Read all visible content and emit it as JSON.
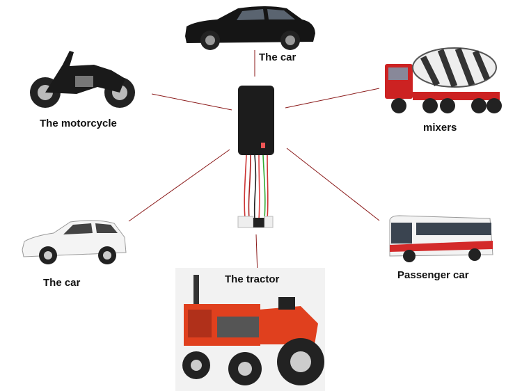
{
  "labels": {
    "car_top": "The car",
    "motorcycle": "The motorcycle",
    "mixers": "mixers",
    "car_left": "The car",
    "tractor": "The tractor",
    "passenger_car": "Passenger car"
  },
  "colors": {
    "connector": "#8b1a1a",
    "tractor": "#e0401e",
    "bus": "#d32a2a",
    "mixer_cab": "#cc2222"
  }
}
